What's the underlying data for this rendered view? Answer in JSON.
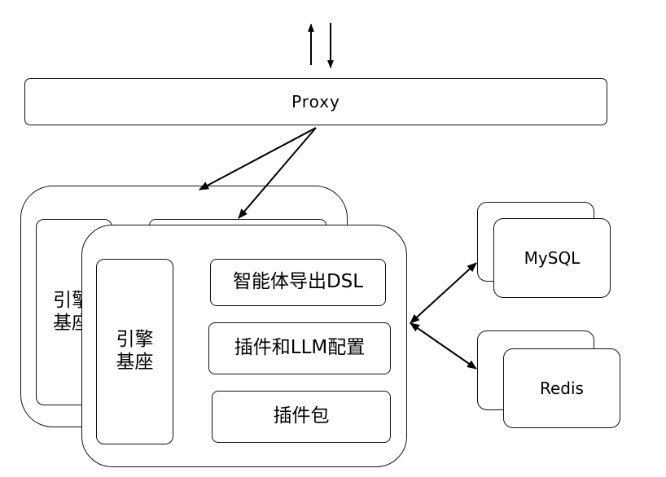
{
  "proxy": {
    "label": "Proxy"
  },
  "back_cluster": {
    "engine_label": "引擎\n基座"
  },
  "front_cluster": {
    "engine_label": "引擎\n基座",
    "modules": [
      "智能体导出DSL",
      "插件和LLM配置",
      "插件包"
    ]
  },
  "databases": {
    "mysql": "MySQL",
    "redis": "Redis"
  }
}
